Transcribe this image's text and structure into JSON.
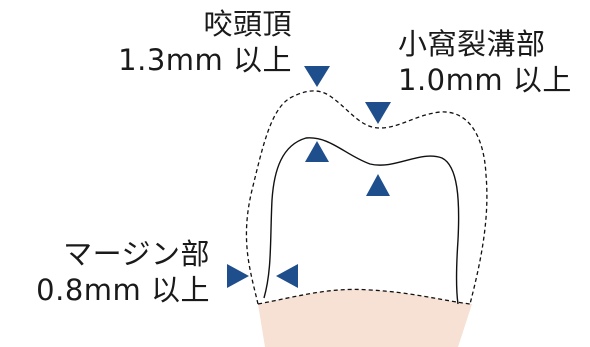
{
  "labels": {
    "cusp": {
      "line1": "咬頭頂",
      "line2": "1.3mm 以上"
    },
    "fissure": {
      "line1": "小窩裂溝部",
      "line2": "1.0mm 以上"
    },
    "margin": {
      "line1": "マージン部",
      "line2": "0.8mm 以上"
    }
  },
  "colors": {
    "arrow": "#1f4e8c",
    "gingiva": "#f6e1d4",
    "outline": "#111111",
    "text": "#1a1a1a"
  }
}
